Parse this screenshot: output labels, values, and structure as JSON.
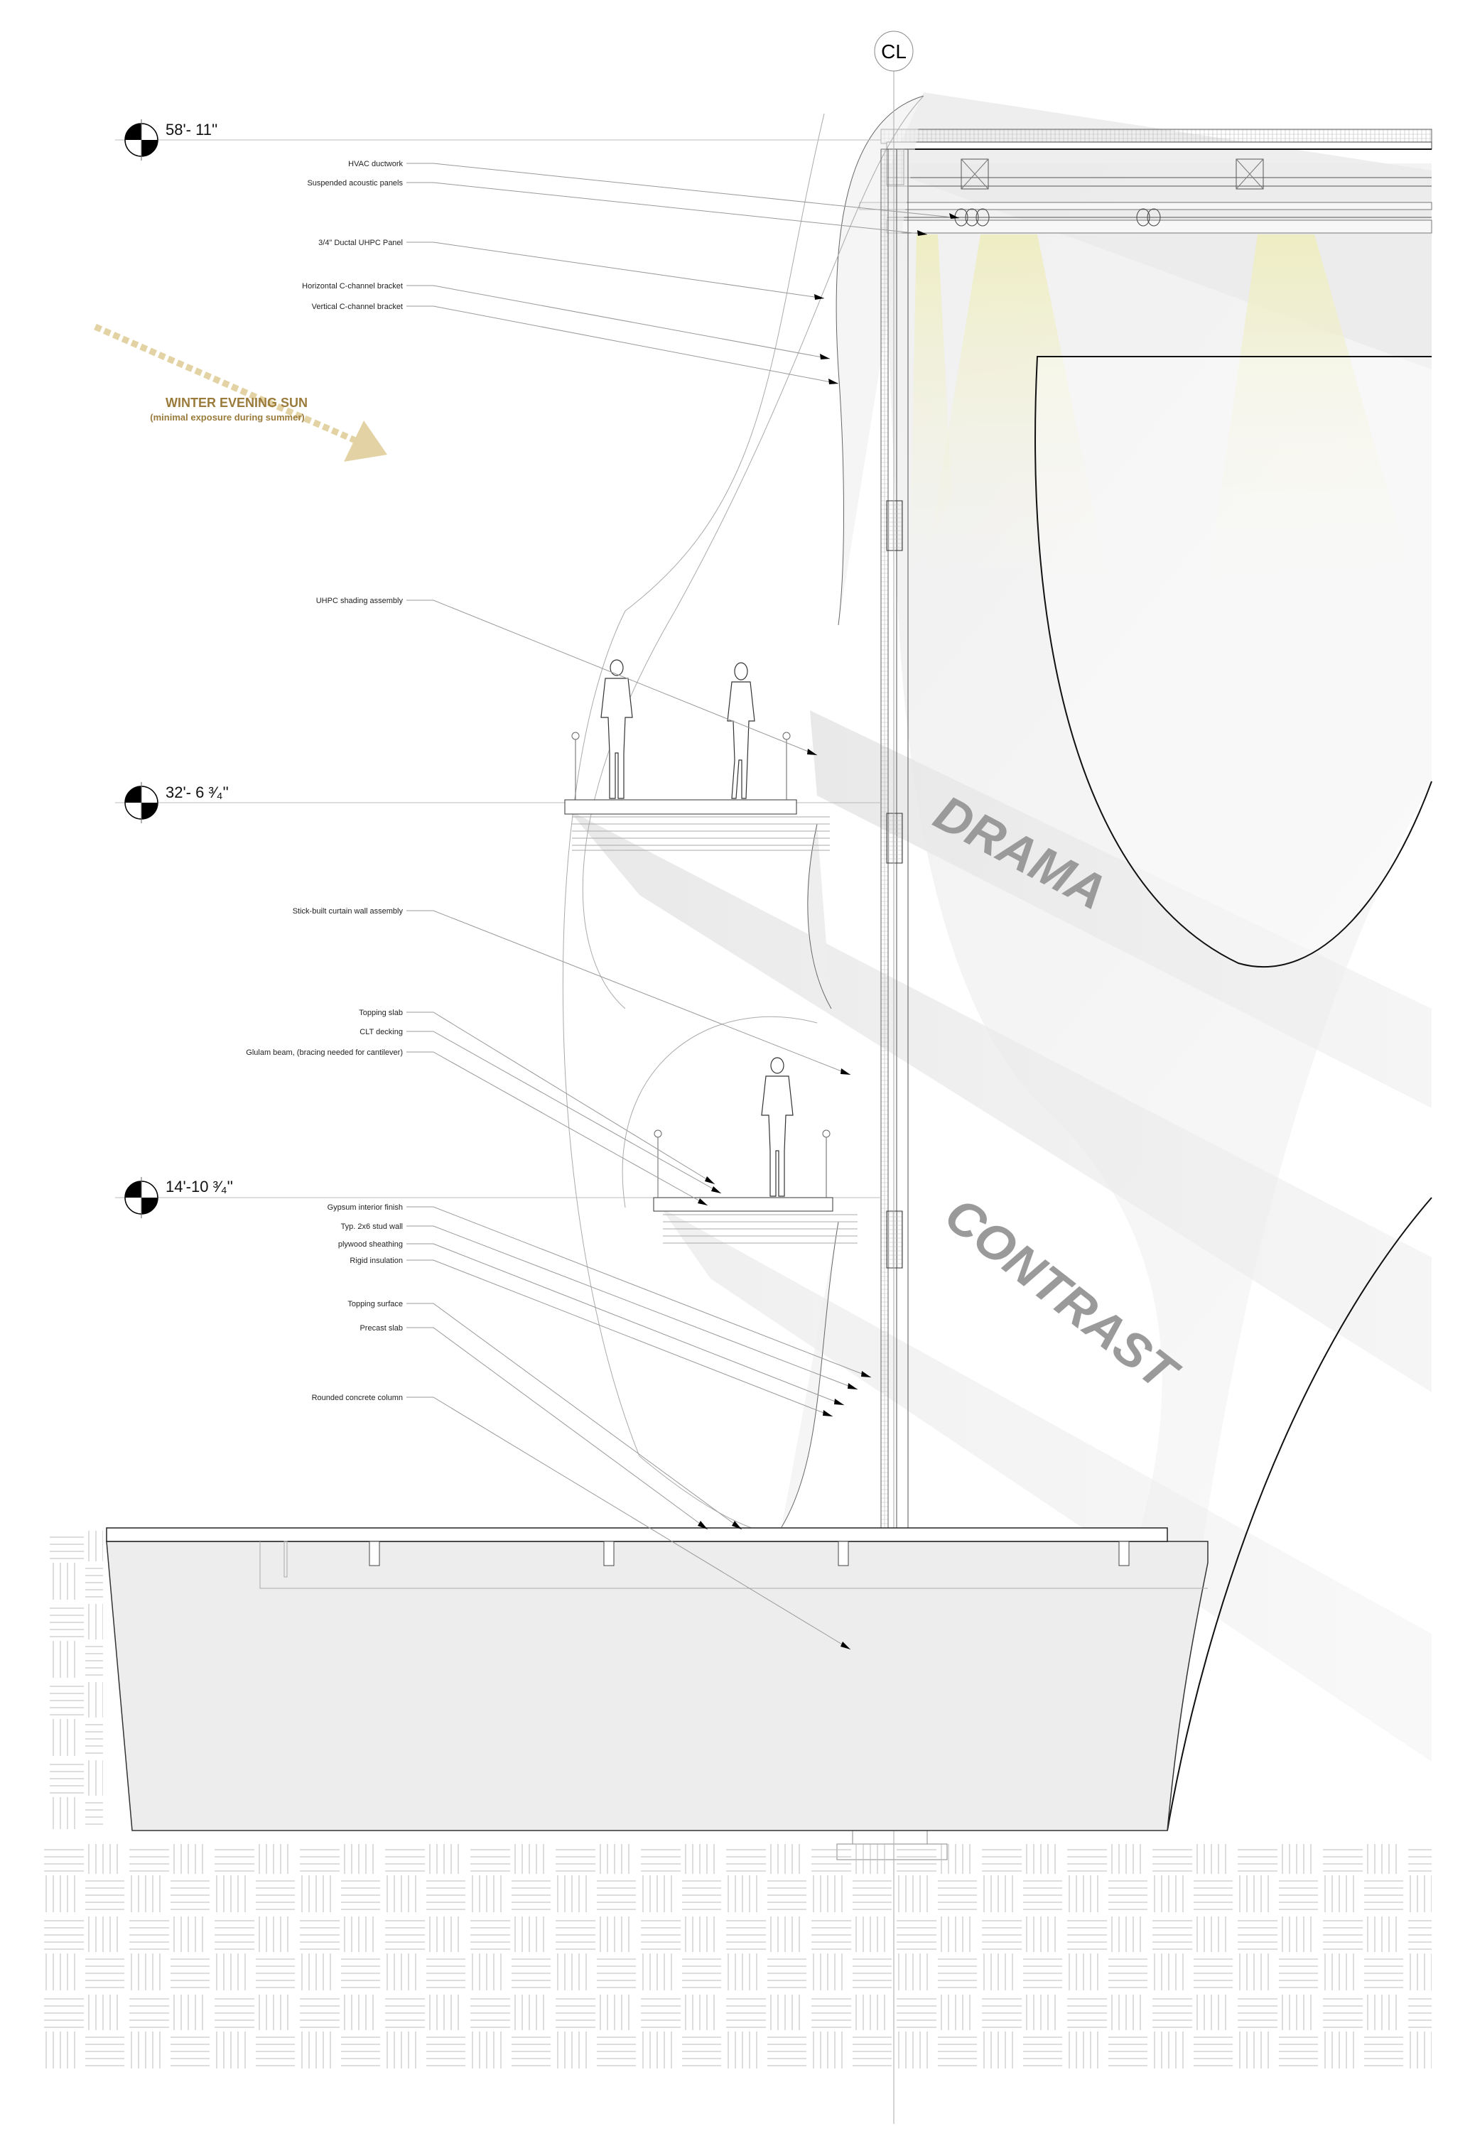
{
  "centerline": {
    "symbol": "CL"
  },
  "levels": [
    {
      "label": "58'- 11''"
    },
    {
      "label": "32'- 6 ³⁄₄''"
    },
    {
      "label": "14'-10 ³⁄₄''"
    }
  ],
  "sun": {
    "title": "WINTER EVENING SUN",
    "subtitle": "(minimal exposure during summer)",
    "color": "#9a7b3c",
    "arrow_color": "#e3d3a4"
  },
  "words": {
    "drama": "DRAMA",
    "contrast": "CONTRAST"
  },
  "callouts": [
    "HVAC ductwork",
    "Suspended acoustic panels",
    "3/4\" Ductal UHPC Panel",
    "Horizontal C-channel bracket",
    "Vertical C-channel bracket",
    "UHPC shading assembly",
    "Stick-built curtain wall assembly",
    "Topping slab",
    "CLT decking",
    "Glulam beam, (bracing needed for cantilever)",
    "Gypsum interior finish",
    "Typ. 2x6 stud wall",
    "plywood sheathing",
    "Rigid insulation",
    "Topping surface",
    "Precast slab",
    "Rounded concrete column"
  ]
}
